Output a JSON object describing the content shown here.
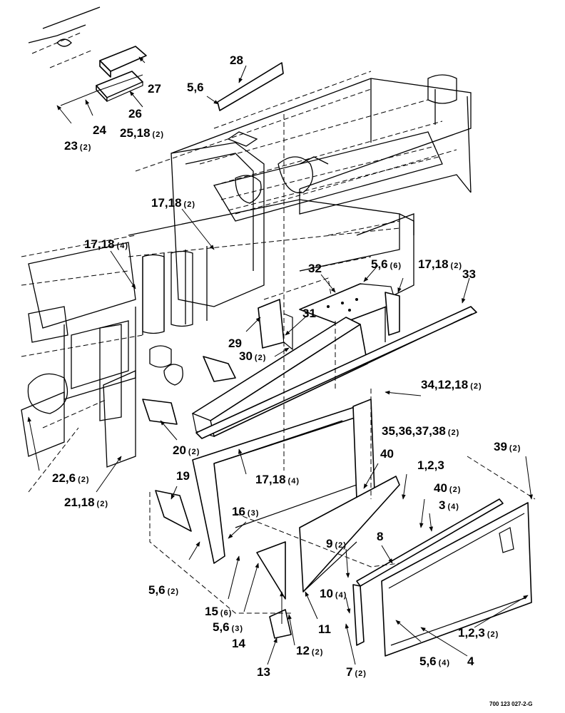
{
  "callouts": [
    {
      "id": "c28",
      "num": "28",
      "qty": ""
    },
    {
      "id": "c27",
      "num": "27",
      "qty": ""
    },
    {
      "id": "c56a",
      "num": "5,6",
      "qty": ""
    },
    {
      "id": "c26",
      "num": "26",
      "qty": ""
    },
    {
      "id": "c24",
      "num": "24",
      "qty": ""
    },
    {
      "id": "c2518",
      "num": "25,18",
      "qty": "(2)"
    },
    {
      "id": "c23",
      "num": "23",
      "qty": "(2)"
    },
    {
      "id": "c1718a",
      "num": "17,18",
      "qty": "(2)"
    },
    {
      "id": "c1718b",
      "num": "17,18",
      "qty": "(4)"
    },
    {
      "id": "c32",
      "num": "32",
      "qty": ""
    },
    {
      "id": "c56b",
      "num": "5,6",
      "qty": "(6)"
    },
    {
      "id": "c1718c",
      "num": "17,18",
      "qty": "(2)"
    },
    {
      "id": "c33",
      "num": "33",
      "qty": ""
    },
    {
      "id": "c31",
      "num": "31",
      "qty": ""
    },
    {
      "id": "c29",
      "num": "29",
      "qty": ""
    },
    {
      "id": "c30",
      "num": "30",
      "qty": "(2)"
    },
    {
      "id": "c341218",
      "num": "34,12,18",
      "qty": "(2)"
    },
    {
      "id": "c35",
      "num": "35,36,37,38",
      "qty": "(2)"
    },
    {
      "id": "c20",
      "num": "20",
      "qty": "(2)"
    },
    {
      "id": "c39",
      "num": "39",
      "qty": "(2)"
    },
    {
      "id": "c40a",
      "num": "40",
      "qty": ""
    },
    {
      "id": "c123a",
      "num": "1,2,3",
      "qty": ""
    },
    {
      "id": "c226",
      "num": "22,6",
      "qty": "(2)"
    },
    {
      "id": "c1718d",
      "num": "17,18",
      "qty": "(4)"
    },
    {
      "id": "c40b",
      "num": "40",
      "qty": "(2)"
    },
    {
      "id": "c2118",
      "num": "21,18",
      "qty": "(2)"
    },
    {
      "id": "c19",
      "num": "19",
      "qty": ""
    },
    {
      "id": "c3",
      "num": "3",
      "qty": "(4)"
    },
    {
      "id": "c16",
      "num": "16",
      "qty": "(3)"
    },
    {
      "id": "c9",
      "num": "9",
      "qty": "(2)"
    },
    {
      "id": "c8",
      "num": "8",
      "qty": ""
    },
    {
      "id": "c56c",
      "num": "5,6",
      "qty": "(2)"
    },
    {
      "id": "c10",
      "num": "10",
      "qty": "(4)"
    },
    {
      "id": "c15",
      "num": "15",
      "qty": "(6)"
    },
    {
      "id": "c56d",
      "num": "5,6",
      "qty": "(3)"
    },
    {
      "id": "c11",
      "num": "11",
      "qty": ""
    },
    {
      "id": "c123b",
      "num": "1,2,3",
      "qty": "(2)"
    },
    {
      "id": "c14",
      "num": "14",
      "qty": ""
    },
    {
      "id": "c12",
      "num": "12",
      "qty": "(2)"
    },
    {
      "id": "c13",
      "num": "13",
      "qty": ""
    },
    {
      "id": "c7",
      "num": "7",
      "qty": "(2)"
    },
    {
      "id": "c56e",
      "num": "5,6",
      "qty": "(4)"
    },
    {
      "id": "c4",
      "num": "4",
      "qty": ""
    }
  ],
  "footer": {
    "drawing_number": "700 123 027-2-G"
  }
}
